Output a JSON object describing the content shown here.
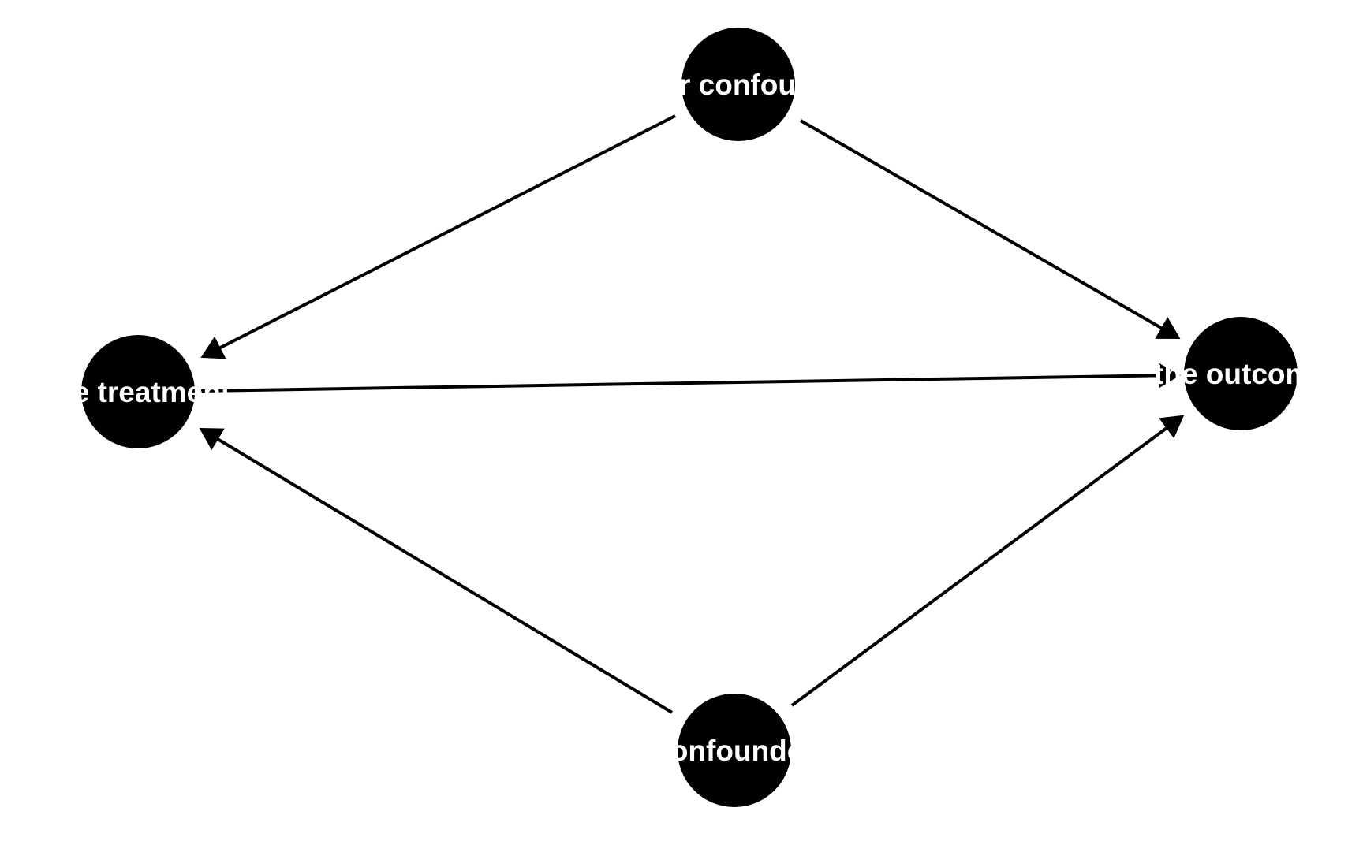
{
  "diagram": {
    "type": "dag",
    "nodes": [
      {
        "id": "other_confounder",
        "label": "other confounder"
      },
      {
        "id": "treatment",
        "label": "the treatment"
      },
      {
        "id": "outcome",
        "label": "the outcome"
      },
      {
        "id": "confounder",
        "label": "confounder"
      }
    ],
    "edges": [
      {
        "from": "other_confounder",
        "to": "treatment"
      },
      {
        "from": "other_confounder",
        "to": "outcome"
      },
      {
        "from": "confounder",
        "to": "treatment"
      },
      {
        "from": "confounder",
        "to": "outcome"
      },
      {
        "from": "treatment",
        "to": "outcome"
      }
    ],
    "colors": {
      "node": "#000000",
      "label": "#ffffff",
      "edge": "#000000"
    }
  }
}
